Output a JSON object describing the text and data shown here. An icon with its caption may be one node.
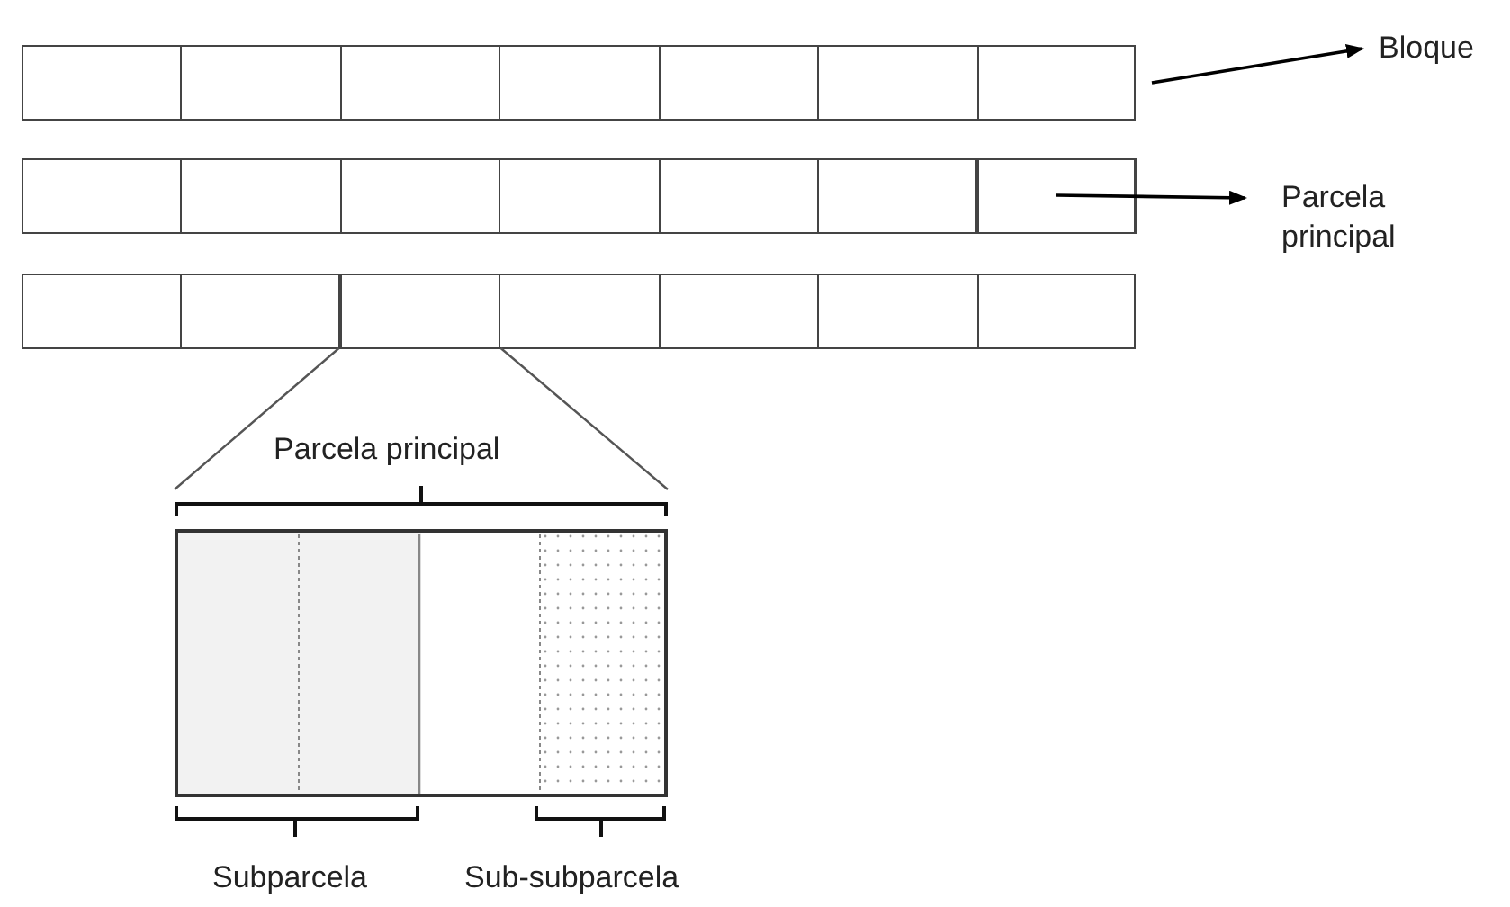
{
  "diagram": {
    "nodes": [
      {
        "text": [
          "Bloque"
        ]
      },
      {
        "text": [
          "Parcela principal"
        ]
      },
      {
        "text": [],
        "shape": "box"
      },
      {
        "text": [],
        "shape": "box"
      },
      {
        "text": [],
        "shape": "box",
        "in": 3
      },
      {
        "text": [],
        "shape": "box"
      },
      {
        "text": [],
        "shape": "box",
        "in": 5
      },
      {
        "text": [],
        "shape": "box"
      }
    ],
    "edges": [
      {
        "from": 2,
        "to": 0,
        "arrow": "to"
      },
      {
        "from": 4,
        "to": 1,
        "arrow": "to"
      },
      {
        "from": 6,
        "to": 7,
        "arrow": "none"
      },
      {
        "from": 6,
        "to": 7,
        "arrow": "none"
      }
    ],
    "labels": [
      "Parcela principal",
      "Subparcela",
      "Sub-subparcela"
    ]
  }
}
